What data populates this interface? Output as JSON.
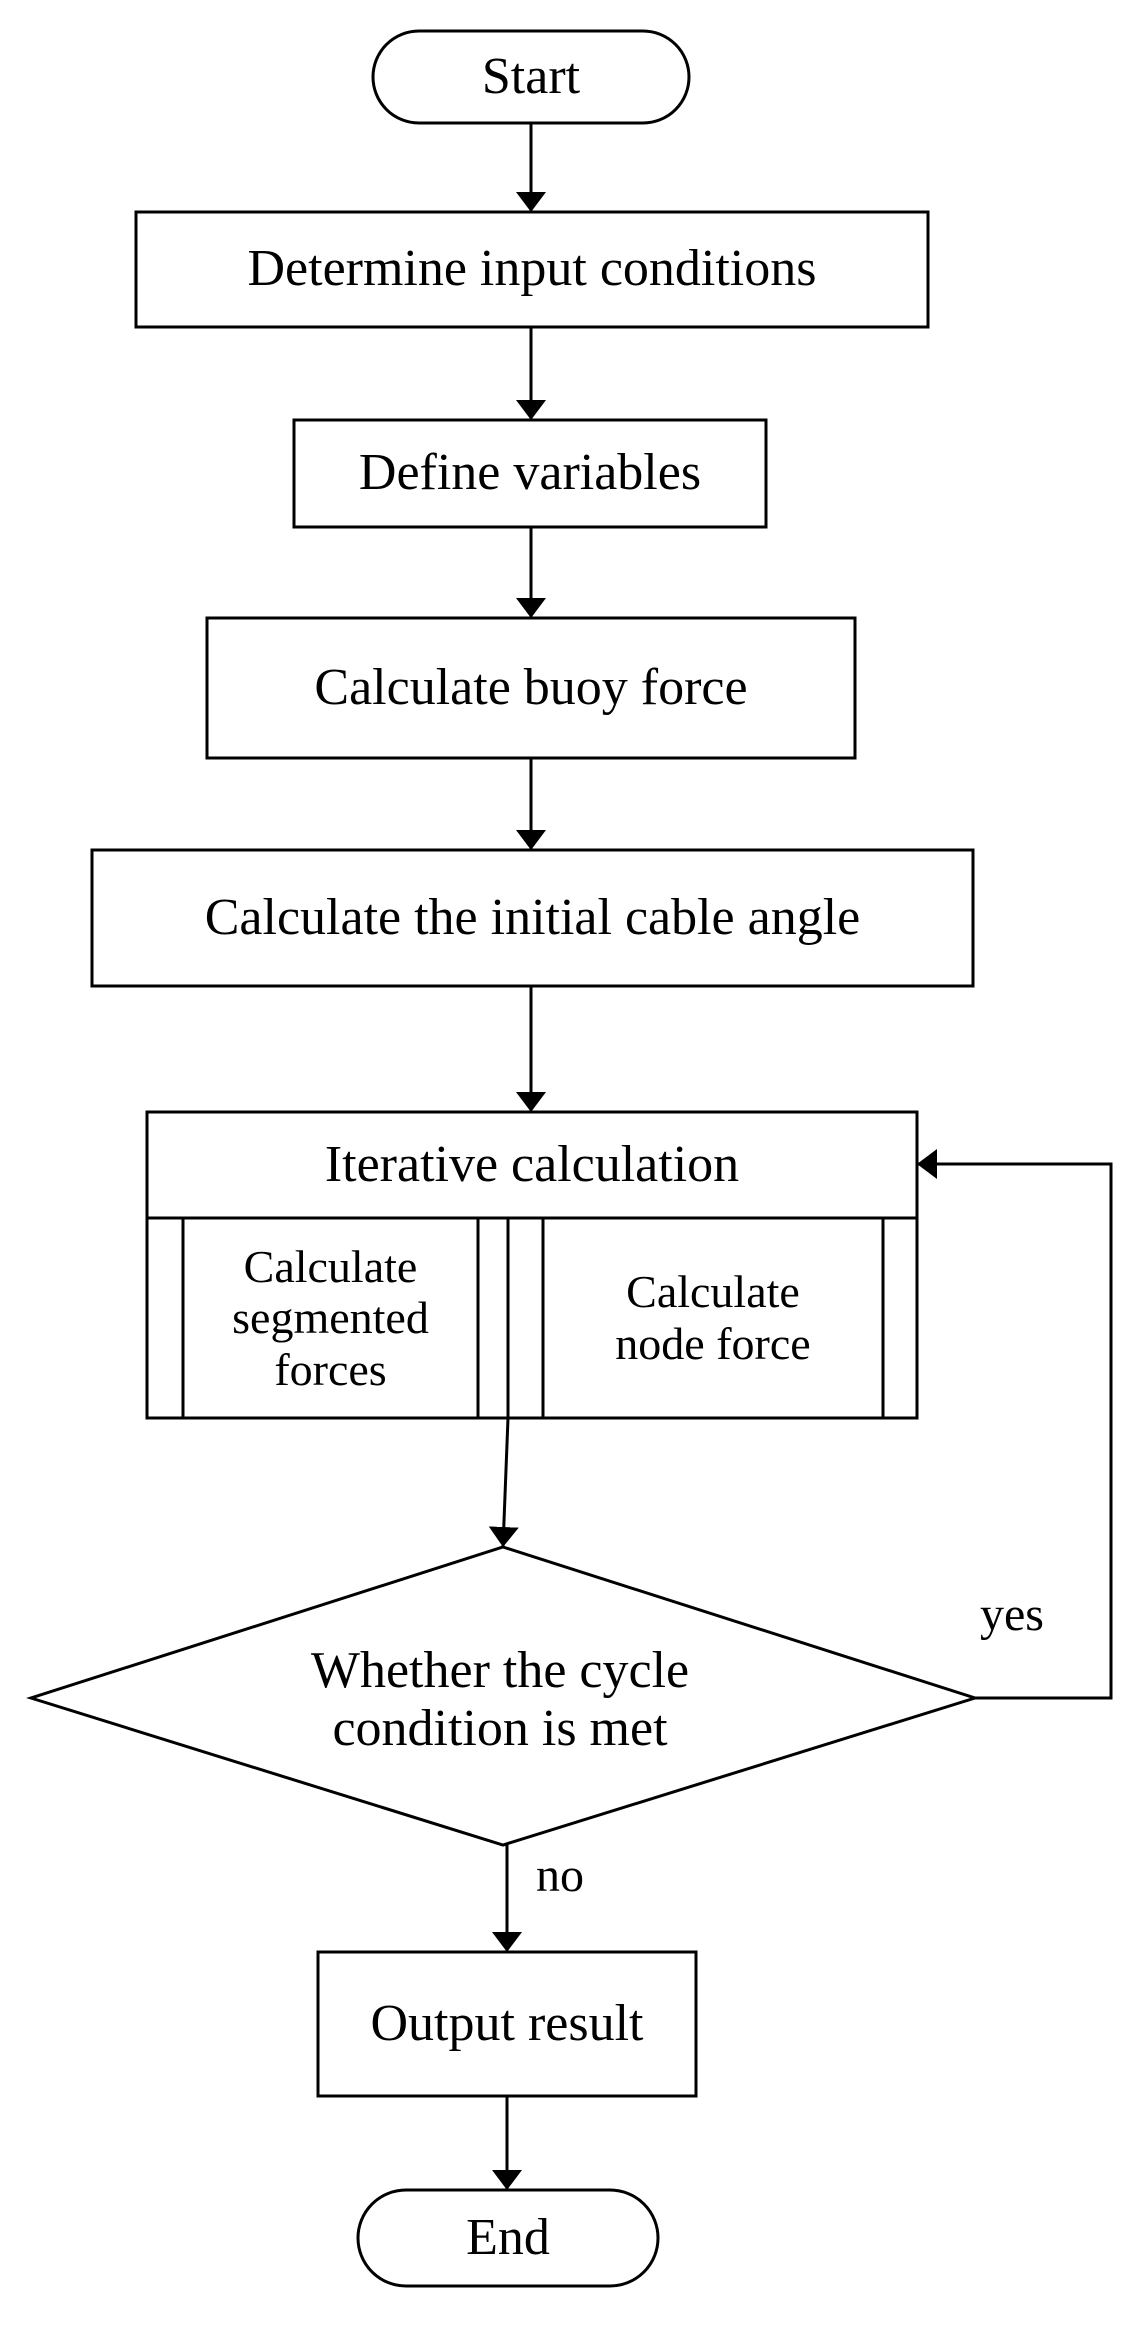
{
  "flowchart": {
    "start": "Start",
    "step_input": "Determine input conditions",
    "step_variables": "Define variables",
    "step_buoy": "Calculate buoy force",
    "step_angle": "Calculate the initial cable angle",
    "iteration": {
      "title": "Iterative calculation",
      "sub_segmented": "Calculate\nsegmented\nforces",
      "sub_node": "Calculate\nnode force"
    },
    "decision": "Whether the cycle\ncondition is met",
    "edge_yes": "yes",
    "edge_no": "no",
    "step_output": "Output result",
    "end": "End"
  },
  "colors": {
    "stroke": "#000000",
    "background": "#ffffff"
  }
}
